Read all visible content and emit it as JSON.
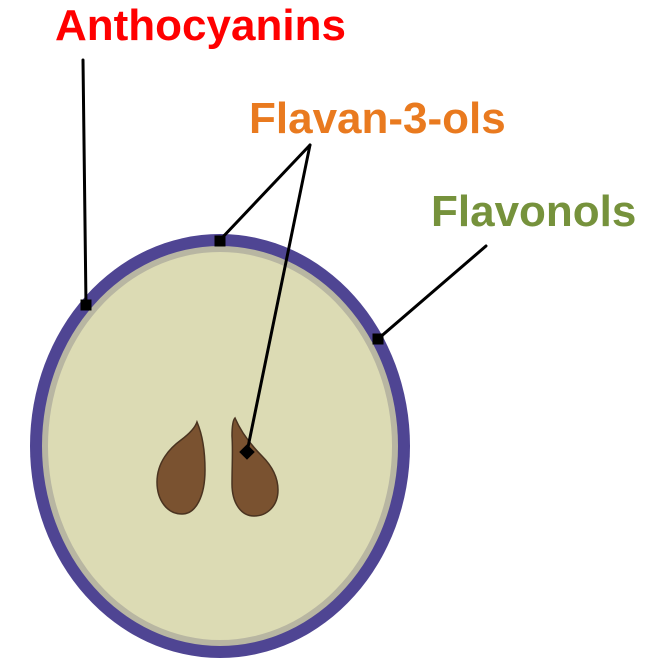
{
  "labels": {
    "anthocyanins": "Anthocyanins",
    "flavan3ols": "Flavan-3-ols",
    "flavonols": "Flavonols"
  },
  "colors": {
    "anthocyanins": "#ff0000",
    "flavan3ols": "#e97a1f",
    "flavonols": "#76923c",
    "skin": "#4f4593",
    "skin_inner_rim": "#b8b6a2",
    "pulp": "#dcdbb4",
    "seed": "#7a5230",
    "seed_outline": "#4a3320",
    "leader": "#000000"
  }
}
